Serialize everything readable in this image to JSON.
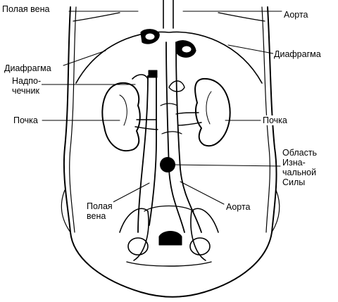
{
  "labels": {
    "vena_cava_top": "Полая вена",
    "aorta_top": "Аорта",
    "diaphragm_left": "Диафрагма",
    "diaphragm_right": "Диафрагма",
    "adrenal_gland": "Надпо-\nчечник",
    "kidney_left": "Почка",
    "kidney_right": "Почка",
    "original_force_region": "Область\nИзна-\nчальной\nСилы",
    "vena_cava_bottom": "Полая\nвена",
    "aorta_bottom": "Аорта"
  },
  "colors": {
    "ink": "#000000",
    "paper": "#ffffff"
  }
}
